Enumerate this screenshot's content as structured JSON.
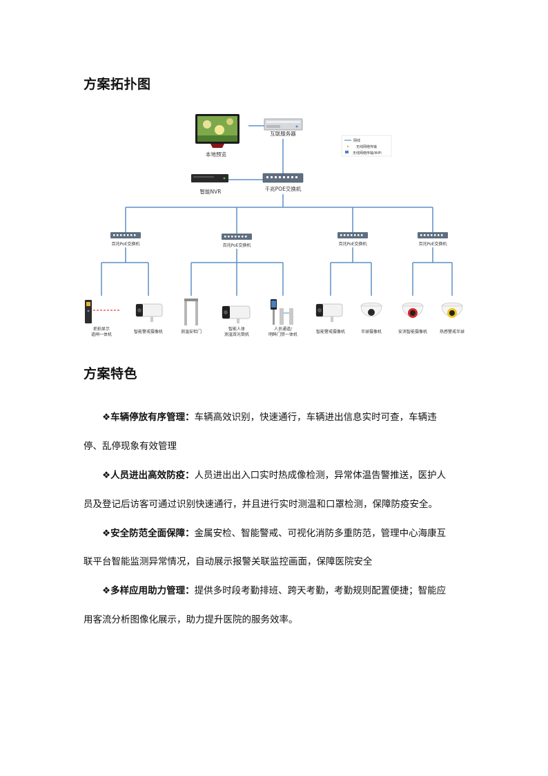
{
  "headings": {
    "topology": "方案拓扑图",
    "features": "方案特色"
  },
  "diagram": {
    "monitor_label": "本地预览",
    "server_label": "互联服务器",
    "nvr_label": "智能NVR",
    "core_switch_label": "千兆POE交换机",
    "legend": {
      "wired": "网线",
      "wireless_a": "无线网络传输",
      "wireless_b": "无线网络传输/WiFi"
    },
    "switches": [
      "百兆PoE交换机",
      "百兆PoE交换机",
      "百兆PoE交换机",
      "百兆PoE交换机"
    ],
    "devices": [
      {
        "label_1": "抓拍显示",
        "label_2": "道闸一体机",
        "icon": "barrier-gate-icon"
      },
      {
        "label_1": "智能警戒摄像机",
        "label_2": "",
        "icon": "bullet-camera-icon"
      },
      {
        "label_1": "测温安检门",
        "label_2": "",
        "icon": "metal-detector-gate-icon"
      },
      {
        "label_1": "智能人体",
        "label_2": "测温双光筒机",
        "icon": "thermal-bullet-camera-icon"
      },
      {
        "label_1": "人员通道/",
        "label_2": "明眸门禁一体机",
        "icon": "access-gate-icon"
      },
      {
        "label_1": "智能警戒摄像机",
        "label_2": "",
        "icon": "bullet-camera-icon"
      },
      {
        "label_1": "半球摄像机",
        "label_2": "",
        "icon": "dome-camera-icon"
      },
      {
        "label_1": "安消智能摄像机",
        "label_2": "",
        "icon": "dome-camera-red-icon"
      },
      {
        "label_1": "热感警戒半球",
        "label_2": "",
        "icon": "dome-camera-yellow-icon"
      }
    ]
  },
  "features": [
    {
      "bullet": "❖",
      "title": "车辆停放有序管理：",
      "line1": "车辆高效识别，快速通行，车辆进出信息实时可查，车辆违",
      "line2": "停、乱停现象有效管理"
    },
    {
      "bullet": "❖",
      "title": "人员进出高效防疫：",
      "line1": "人员进出出入口实时热成像检测，异常体温告警推送，医护人",
      "line2": "员及登记后访客可通过识别快速通行，并且进行实时测温和口罩检测，保障防疫安全。"
    },
    {
      "bullet": "❖",
      "title": "安全防范全面保障：",
      "line1": "金属安检、智能警戒、可视化消防多重防范，管理中心海康互",
      "line2": "联平台智能监测异常情况，自动展示报警关联监控画面，保障医院安全"
    },
    {
      "bullet": "❖",
      "title": "多样应用助力管理：",
      "line1": "提供多时段考勤排班、跨天考勤，考勤规则配置便捷；智能应",
      "line2": "用客流分析图像化展示，助力提升医院的服务效率。"
    }
  ]
}
